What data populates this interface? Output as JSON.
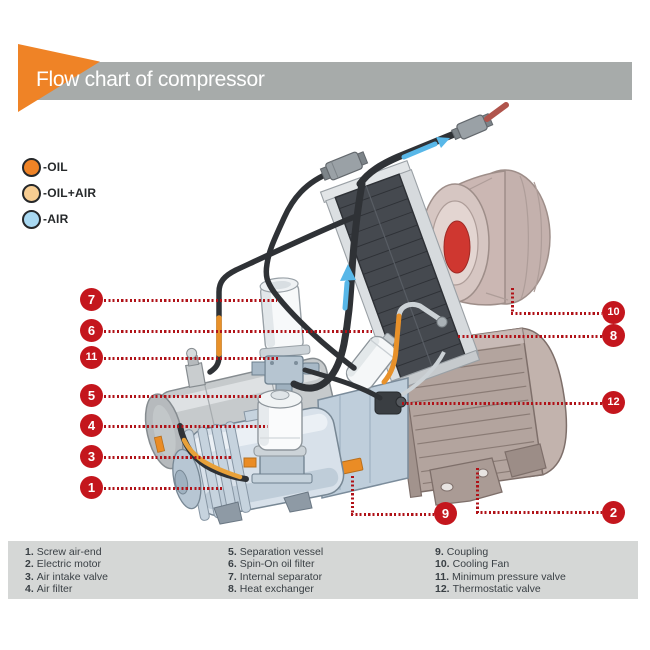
{
  "header": {
    "title": "Flow chart of compressor"
  },
  "legend": {
    "items": [
      {
        "label": "-OIL",
        "color": "#ef8326"
      },
      {
        "label": "-OIL+AIR",
        "color": "#f7cd92"
      },
      {
        "label": "-AIR",
        "color": "#a9d9f2"
      }
    ]
  },
  "callouts": {
    "c1": "1",
    "c2": "2",
    "c3": "3",
    "c4": "4",
    "c5": "5",
    "c6": "6",
    "c7": "7",
    "c8": "8",
    "c9": "9",
    "c10": "10",
    "c11": "11",
    "c12": "12"
  },
  "parts": [
    [
      {
        "num": "1.",
        "label": "Screw air-end"
      },
      {
        "num": "2.",
        "label": "Electric motor"
      },
      {
        "num": "3.",
        "label": "Air intake valve"
      },
      {
        "num": "4.",
        "label": "Air filter"
      }
    ],
    [
      {
        "num": "5.",
        "label": "Separation vessel"
      },
      {
        "num": "6.",
        "label": "Spin-On oil filter"
      },
      {
        "num": "7.",
        "label": "Internal separator"
      },
      {
        "num": "8.",
        "label": "Heat exchanger"
      }
    ],
    [
      {
        "num": "9.",
        "label": "Coupling"
      },
      {
        "num": "10.",
        "label": "Cooling Fan"
      },
      {
        "num": "11.",
        "label": "Minimum pressure valve"
      },
      {
        "num": "12.",
        "label": "Thermostatic valve"
      }
    ]
  ],
  "colors": {
    "accent_orange": "#ef8326",
    "header_bar_gray": "#a7abaa",
    "callout_red": "#c4161d",
    "leader_dot_red": "#b01218",
    "air_arrow_blue": "#58b7e8",
    "oil_pipe_orange": "#e8912a",
    "parts_panel_gray": "#d5d7d6"
  }
}
